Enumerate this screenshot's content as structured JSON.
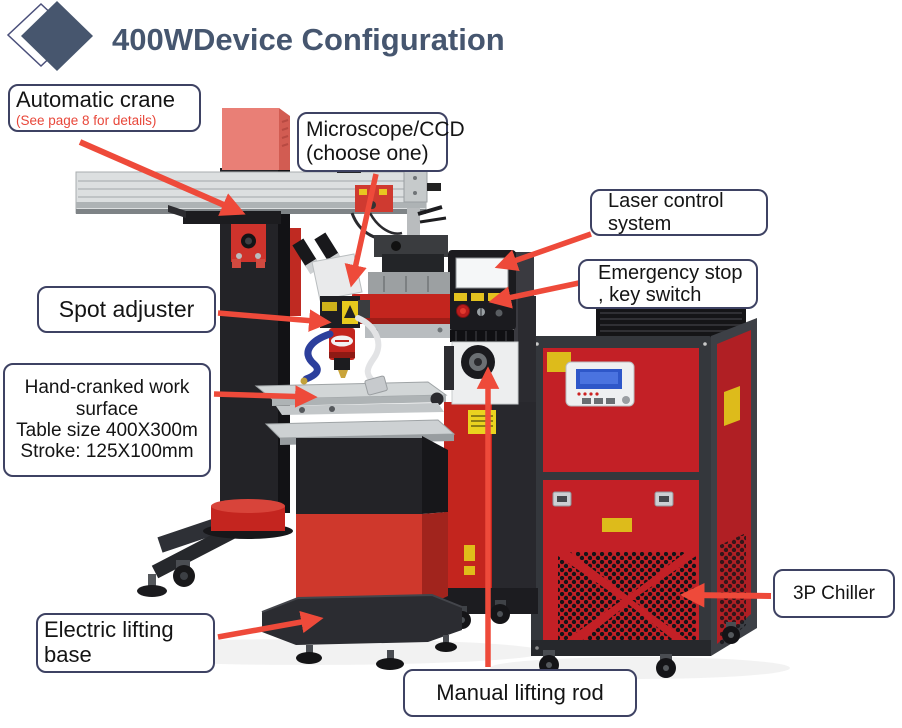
{
  "header": {
    "title": "400WDevice Configuration"
  },
  "callouts": {
    "automatic_crane": {
      "label": "Automatic crane",
      "note": "(See page 8 for details)"
    },
    "microscope": {
      "line1": "Microscope/CCD",
      "line2": "(choose one)"
    },
    "laser_control": {
      "label": "Laser control system"
    },
    "emergency": {
      "line1": "Emergency stop",
      "line2": ", key switch"
    },
    "spot_adjuster": {
      "label": "Spot adjuster"
    },
    "work_surface": {
      "label": "Hand-cranked work surface",
      "size": "Table size 400X300m",
      "stroke": "Stroke: 125X100mm"
    },
    "electric_base": {
      "label": "Electric lifting base"
    },
    "manual_rod": {
      "label": "Manual lifting rod"
    },
    "chiller": {
      "label": "3P Chiller"
    }
  },
  "colors": {
    "arrow": "#ee4a3a",
    "machine_red": "#c3251e",
    "chiller_red": "#c32026",
    "title_text": "#46566f",
    "callout_border": "#3e4263",
    "note_red": "#e8473a"
  }
}
